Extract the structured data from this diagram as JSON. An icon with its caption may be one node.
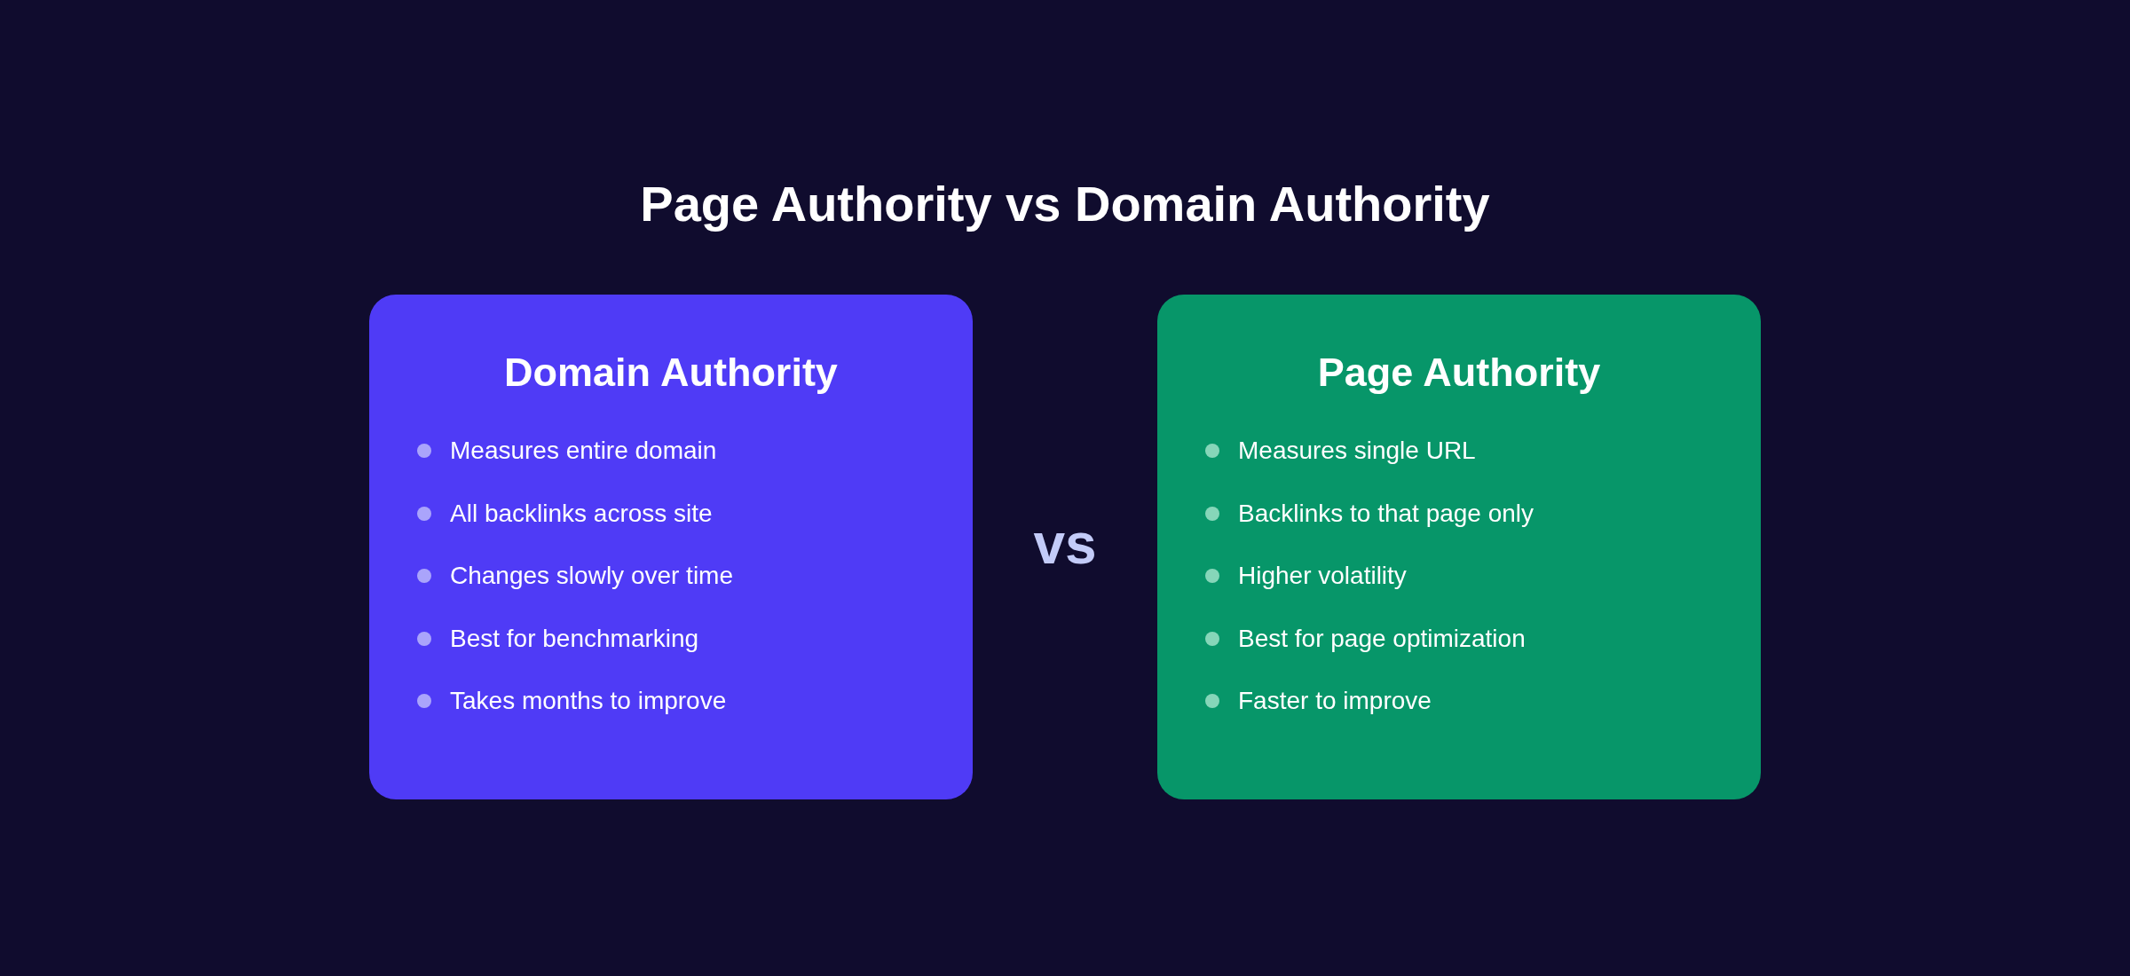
{
  "diagram": {
    "title": "Page Authority vs Domain Authority",
    "nodes": [
      {
        "text": [
          "Domain Authority",
          "Measures entire domain",
          "All backlinks across site",
          "Changes slowly over time",
          "Best for benchmarking",
          "Takes months to improve"
        ]
      },
      {
        "text": [
          "Page Authority",
          "Measures single URL",
          "Backlinks to that page only",
          "Higher volatility",
          "Best for page optimization",
          "Faster to improve"
        ]
      }
    ],
    "labels": [
      "vs"
    ]
  }
}
